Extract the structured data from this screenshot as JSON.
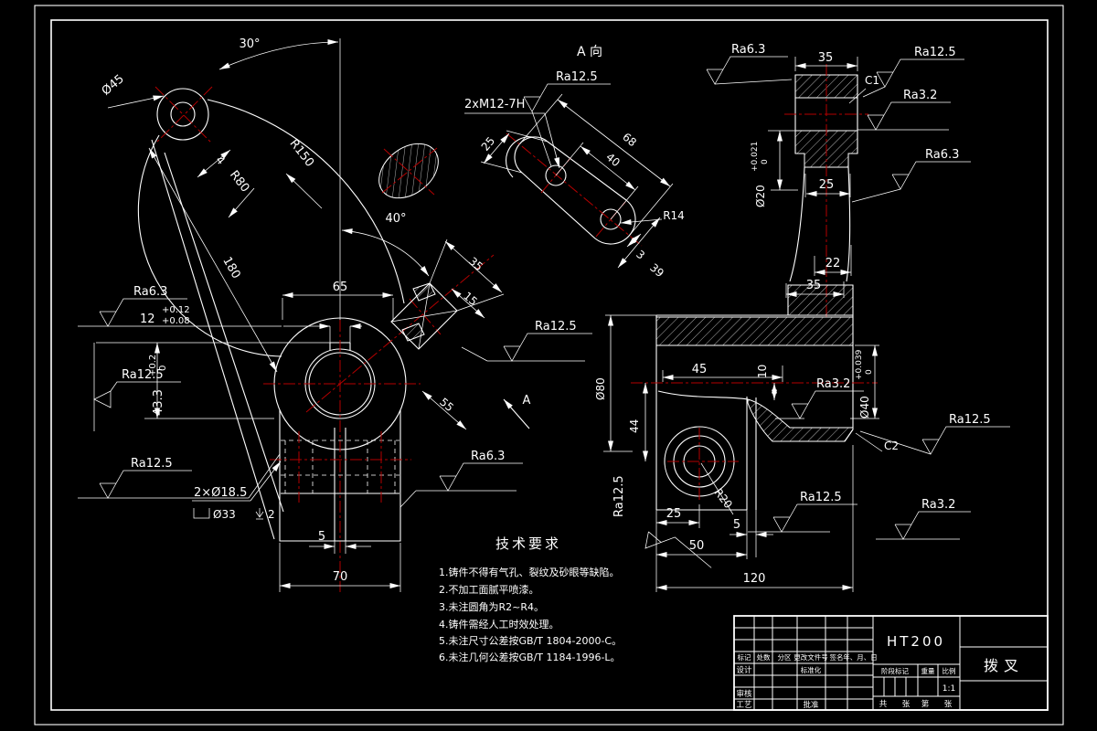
{
  "colors": {
    "background": "#000000",
    "line": "#ffffff",
    "centerline": "#b40000"
  },
  "front_view": {
    "angle_top": "30°",
    "dia_hub": "Ø45",
    "r_outer": "R150",
    "r_inner": "R80",
    "angle_boss": "40°",
    "len_arm": "180",
    "thk": "4",
    "w_hub": "65",
    "key_w": "12",
    "key_w_tol_up": "+0.12",
    "key_w_tol_lo": "+0.08",
    "key_h": "43.3",
    "key_h_tol_up": "+0.2",
    "key_h_tol_lo": "0",
    "boss_l": "35",
    "boss_t": "15",
    "boss_off": "55",
    "slot_w": "5",
    "base_w": "70",
    "holes_note": "2×Ø18.5",
    "cbore_dia": "Ø33",
    "cbore_depth": "2",
    "ra_hub": "Ra6.3",
    "ra_key": "Ra12.5",
    "ra_base_side": "Ra12.5",
    "ra_base": "Ra6.3",
    "ra_boss": "Ra12.5",
    "view_arrow": "A"
  },
  "aux_view": {
    "label": "A 向",
    "ra": "Ra12.5",
    "thread": "2xM12-7H",
    "end_w": "25",
    "len": "68",
    "hole_dist": "40",
    "r_end": "R14",
    "edge_off": "3",
    "end2_w": "39"
  },
  "side_view": {
    "top_w": "35",
    "chamfer_top": "C1",
    "ra_top": "Ra12.5",
    "ra_top2": "Ra3.2",
    "ra_head": "Ra6.3",
    "ra_neck": "Ra6.3",
    "bore_top": "Ø20",
    "bore_top_tol_up": "+0.021",
    "bore_top_tol_lo": "0",
    "neck_w": "25",
    "stem_w": "22",
    "flange_w": "35",
    "dia_hub": "Ø80",
    "web_w": "45",
    "web_t": "10",
    "ra_bore": "Ra3.2",
    "bore_hub": "Ø40",
    "bore_hub_tol_up": "+0.039",
    "bore_hub_tol_lo": "0",
    "lug_h": "44",
    "ra_side": "Ra12.5",
    "lug_x": "25",
    "r_lug": "R20",
    "slot_w": "5",
    "lug_w": "50",
    "base_w": "120",
    "chamfer_bot": "C2",
    "ra_right": "Ra12.5",
    "ra_bot": "Ra3.2",
    "ra_slot": "Ra12.5"
  },
  "tech_req": {
    "title": "技术要求",
    "lines": [
      "1.铸件不得有气孔、裂纹及砂眼等缺陷。",
      "2.不加工面腻平喷漆。",
      "3.未注圆角为R2~R4。",
      "4.铸件需经人工时效处理。",
      "5.未注尺寸公差按GB/T 1804-2000-C。",
      "6.未注几何公差按GB/T 1184-1996-L。"
    ]
  },
  "title_block": {
    "material": "HT200",
    "part_name": "拨叉",
    "scale_value": "1:1",
    "headers": [
      "标记",
      "处数",
      "分区",
      "更改文件号",
      "签名",
      "年、月、日"
    ],
    "design": "设计",
    "standardize": "标准化",
    "review": "审核",
    "process": "工艺",
    "approve": "批准",
    "stage_mark": "阶段标记",
    "weight": "重量",
    "scale_label": "比例",
    "sheet_co": "共",
    "sheet_zhang1": "张",
    "sheet_di": "第",
    "sheet_zhang2": "张"
  }
}
